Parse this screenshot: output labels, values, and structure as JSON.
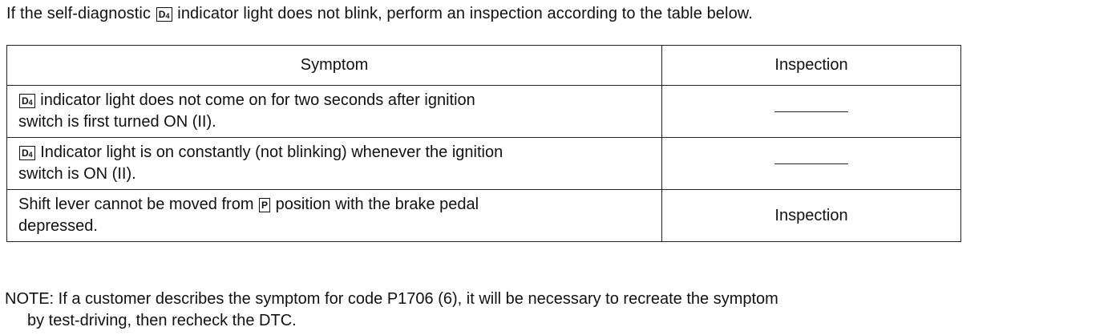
{
  "intro": {
    "before": "If the self-diagnostic ",
    "icon": "D4",
    "after": " indicator light does not blink, perform an inspection according to the table below."
  },
  "table": {
    "headers": {
      "symptom": "Symptom",
      "inspection": "Inspection"
    },
    "rows": [
      {
        "icon": "D4",
        "line1": " indicator light does not come on for two seconds after ignition",
        "line2": "switch is first turned ON (II).",
        "inspection": "———"
      },
      {
        "icon": "D4",
        "line1": " Indicator light is on constantly (not blinking) whenever the ignition",
        "line2": "switch is ON (II).",
        "inspection": "———"
      },
      {
        "pre": "Shift lever cannot be moved from ",
        "icon": "P",
        "line1": " position with the brake pedal",
        "line2": "depressed.",
        "inspection": "Inspection"
      }
    ]
  },
  "note": {
    "line1": "NOTE:  If a customer describes the symptom for code P1706 (6), it will be necessary to recreate the symptom",
    "line2": "by test-driving, then recheck the DTC."
  }
}
